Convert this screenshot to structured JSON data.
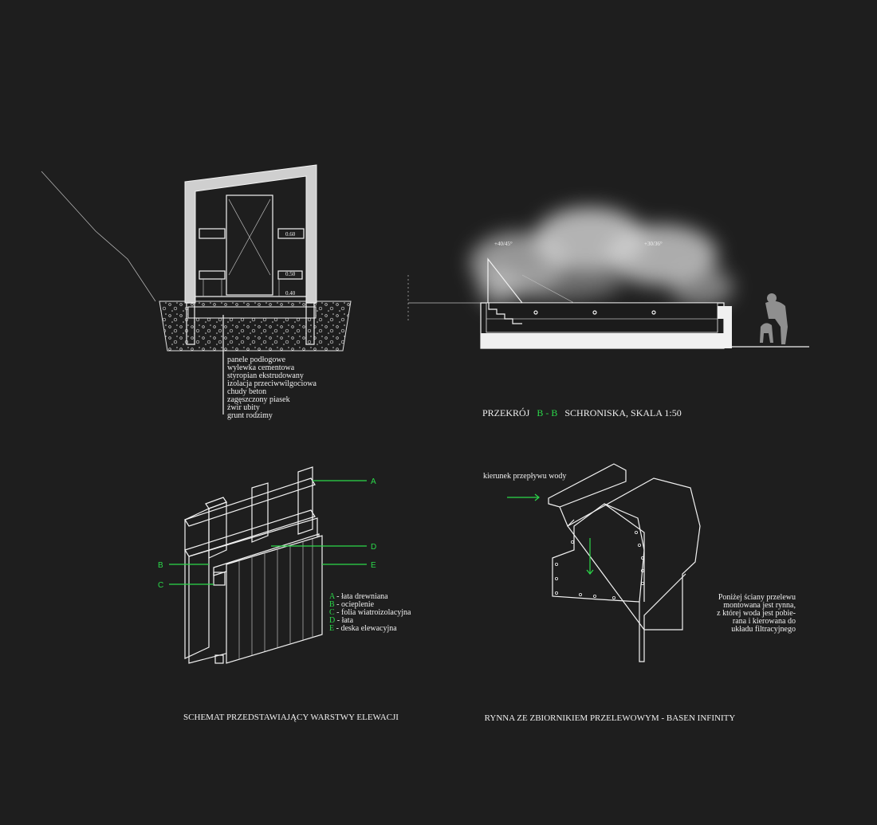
{
  "section_drawing": {
    "floor_layers": [
      "panele podłogowe",
      "wylewka cementowa",
      "styropian ekstrudowany",
      "izolacja przeciwwilgociowa",
      "chudy beton",
      "zagęszczony piasek",
      "żwir ubity",
      "grunt rodzimy"
    ],
    "dim_labels": [
      "0.60",
      "0.50",
      "0.40"
    ]
  },
  "pool_section": {
    "level_left": "+40/45°",
    "level_right": "+30/36°",
    "caption_prefix": "PRZEKRÓJ",
    "caption_mark": "B - B",
    "caption_suffix": "SCHRONISKA, SKALA 1:50"
  },
  "layers_schema": {
    "callouts": [
      "A",
      "B",
      "C",
      "D",
      "E"
    ],
    "legend": [
      {
        "key": "A",
        "label": "łata drewniana"
      },
      {
        "key": "B",
        "label": "ocieplenie"
      },
      {
        "key": "C",
        "label": "folia wiatroizolacyjna"
      },
      {
        "key": "D",
        "label": "łata"
      },
      {
        "key": "E",
        "label": "deska elewacyjna"
      }
    ],
    "caption": "SCHEMAT PRZEDSTAWIAJĄCY WARSTWY ELEWACJI"
  },
  "gutter": {
    "flow_label": "kierunek przepływu wody",
    "note_lines": [
      "Poniżej ściany przelewu",
      "montowana jest rynna,",
      "z której woda jest pobie-",
      "rana i kierowana do",
      "układu filtracyjnego"
    ],
    "caption": "RYNNA ZE ZBIORNIKIEM PRZELEWOWYM - BASEN INFINITY"
  },
  "colors": {
    "background": "#1e1e1e",
    "accent": "#2bd94a",
    "line": "#f2f2f2"
  }
}
